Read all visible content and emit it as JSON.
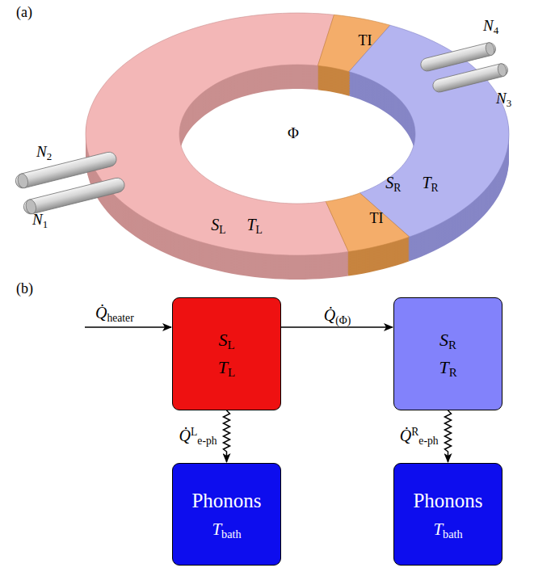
{
  "diagram": {
    "nodes": [
      {
        "text": [
          "SL",
          "TL"
        ]
      },
      {
        "text": [
          "TI"
        ]
      },
      {
        "text": [
          "SR",
          "TR"
        ]
      },
      {
        "text": [
          "TI"
        ]
      },
      {
        "text": [
          "SL",
          "TL"
        ]
      },
      {
        "text": [
          "SR",
          "TR"
        ]
      },
      {
        "text": [
          "Phonons",
          "Tbath"
        ]
      },
      {
        "text": [
          "Phonons",
          "Tbath"
        ]
      }
    ],
    "edges": [
      {
        "from": 4,
        "to": 5,
        "label": "Q̇(Φ)",
        "arrow": "to"
      },
      {
        "from": 4,
        "to": 6,
        "label": "Q̇Le-ph",
        "arrow": "to"
      },
      {
        "from": 5,
        "to": 7,
        "label": "Q̇Re-ph",
        "arrow": "to"
      }
    ],
    "labels": [
      "(a)",
      "N2",
      "N1",
      "Φ",
      "N4",
      "N3",
      "(b)",
      "Q̇heater"
    ]
  }
}
